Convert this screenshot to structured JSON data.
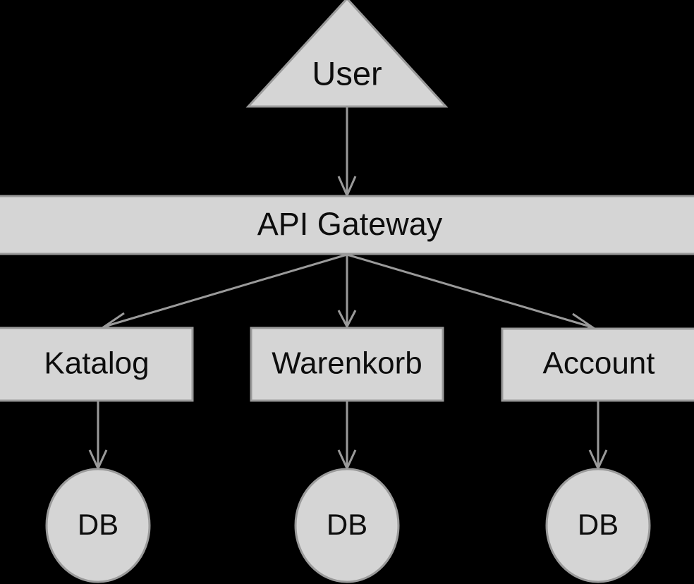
{
  "diagram": {
    "type": "architecture-flow",
    "background_color": "#000000",
    "node_fill_color": "#d5d5d5",
    "node_stroke_color": "#9a9a9a",
    "label_color": "#0d0d0d",
    "edge_color": "#9a9a9a",
    "nodes": {
      "user": {
        "label": "User",
        "shape": "triangle"
      },
      "gateway": {
        "label": "API Gateway",
        "shape": "rectangle"
      },
      "katalog": {
        "label": "Katalog",
        "shape": "rectangle"
      },
      "warenkorb": {
        "label": "Warenkorb",
        "shape": "rectangle"
      },
      "account": {
        "label": "Account",
        "shape": "rectangle"
      },
      "db_katalog": {
        "label": "DB",
        "shape": "ellipse"
      },
      "db_warenkorb": {
        "label": "DB",
        "shape": "ellipse"
      },
      "db_account": {
        "label": "DB",
        "shape": "ellipse"
      }
    },
    "edges": [
      {
        "from": "User",
        "to": "API Gateway",
        "arrow": "open"
      },
      {
        "from": "API Gateway",
        "to": "Katalog",
        "arrow": "open"
      },
      {
        "from": "API Gateway",
        "to": "Warenkorb",
        "arrow": "open"
      },
      {
        "from": "API Gateway",
        "to": "Account",
        "arrow": "open"
      },
      {
        "from": "Katalog",
        "to": "DB",
        "arrow": "open"
      },
      {
        "from": "Warenkorb",
        "to": "DB",
        "arrow": "open"
      },
      {
        "from": "Account",
        "to": "DB",
        "arrow": "open"
      }
    ]
  }
}
